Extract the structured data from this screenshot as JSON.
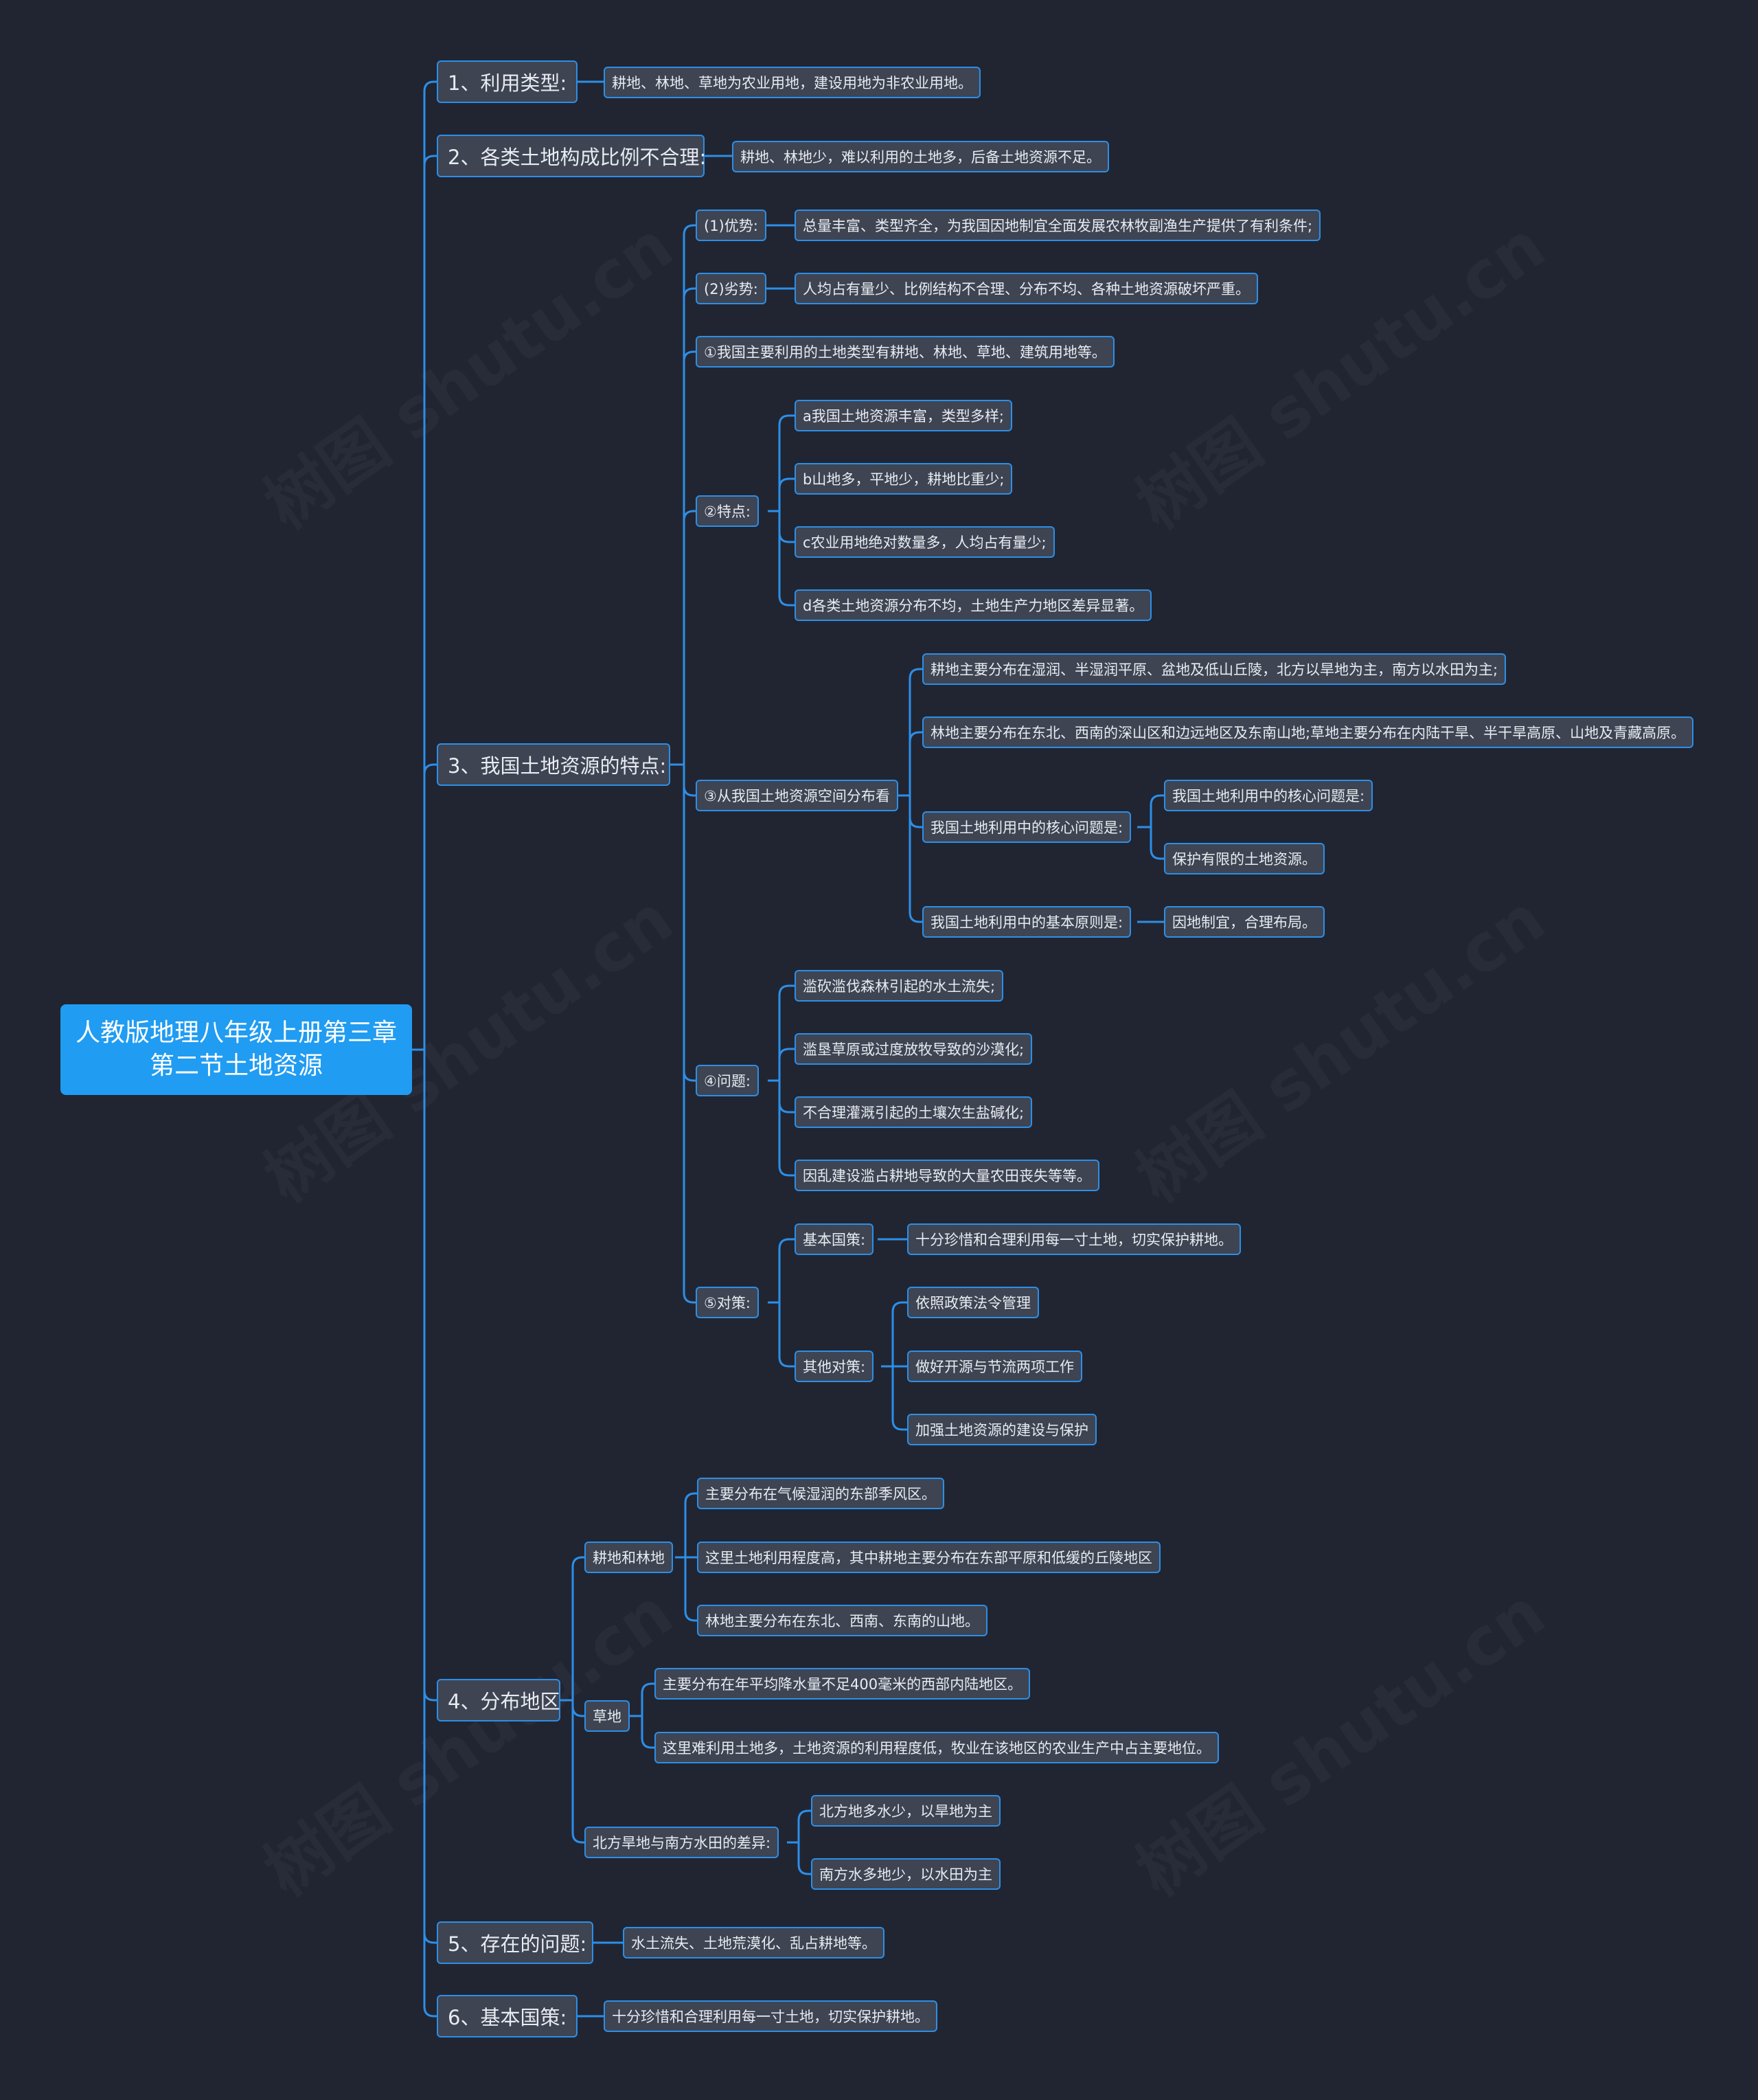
{
  "root": {
    "line1": "人教版地理八年级上册第三章",
    "line2": "第二节土地资源"
  },
  "b1": {
    "label": "1、利用类型:",
    "detail": "耕地、林地、草地为农业用地，建设用地为非农业用地。"
  },
  "b2": {
    "label": "2、各类土地构成比例不合理:",
    "detail": "耕地、林地少，难以利用的土地多，后备土地资源不足。"
  },
  "b3": {
    "label": "3、我国土地资源的特点:",
    "youshi": {
      "label": "(1)优势:",
      "detail": "总量丰富、类型齐全，为我国因地制宜全面发展农林牧副渔生产提供了有利条件;"
    },
    "lieshi": {
      "label": "(2)劣势:",
      "detail": "人均占有量少、比例结构不合理、分布不均、各种土地资源破坏严重。"
    },
    "item1": "①我国主要利用的土地类型有耕地、林地、草地、建筑用地等。",
    "tedian": {
      "label": "②特点:",
      "items": [
        "a我国土地资源丰富，类型多样;",
        "b山地多，平地少，耕地比重少;",
        "c农业用地绝对数量多，人均占有量少;",
        "d各类土地资源分布不均，土地生产力地区差异显著。"
      ]
    },
    "kongjian": {
      "label": "③从我国土地资源空间分布看",
      "dist1": "耕地主要分布在湿润、半湿润平原、盆地及低山丘陵，北方以旱地为主，南方以水田为主;",
      "dist2": "林地主要分布在东北、西南的深山区和边远地区及东南山地;草地主要分布在内陆干旱、半干旱高原、山地及青藏高原。",
      "hexin": {
        "label": "我国土地利用中的核心问题是:",
        "items": [
          "我国土地利用中的核心问题是:",
          "保护有限的土地资源。"
        ]
      },
      "yuanze": {
        "label": "我国土地利用中的基本原则是:",
        "detail": "因地制宜，合理布局。"
      }
    },
    "wenti": {
      "label": "④问题:",
      "items": [
        "滥砍滥伐森林引起的水土流失;",
        "滥垦草原或过度放牧导致的沙漠化;",
        "不合理灌溉引起的土壤次生盐碱化;",
        "因乱建设滥占耕地导致的大量农田丧失等等。"
      ]
    },
    "duice": {
      "label": "⑤对策:",
      "guoce": {
        "label": "基本国策:",
        "detail": "十分珍惜和合理利用每一寸土地，切实保护耕地。"
      },
      "qita": {
        "label": "其他对策:",
        "items": [
          "依照政策法令管理",
          "做好开源与节流两项工作",
          "加强土地资源的建设与保护"
        ]
      }
    }
  },
  "b4": {
    "label": "4、分布地区",
    "gengdi": {
      "label": "耕地和林地",
      "items": [
        "主要分布在气候湿润的东部季风区。",
        "这里土地利用程度高，其中耕地主要分布在东部平原和低缓的丘陵地区",
        "林地主要分布在东北、西南、东南的山地。"
      ]
    },
    "caodi": {
      "label": "草地",
      "items": [
        "主要分布在年平均降水量不足400毫米的西部内陆地区。",
        "这里难利用土地多，土地资源的利用程度低，牧业在该地区的农业生产中占主要地位。"
      ]
    },
    "chayi": {
      "label": "北方旱地与南方水田的差异:",
      "items": [
        "北方地多水少，以旱地为主",
        "南方水多地少，以水田为主"
      ]
    }
  },
  "b5": {
    "label": "5、存在的问题:",
    "detail": "水土流失、土地荒漠化、乱占耕地等。"
  },
  "b6": {
    "label": "6、基本国策:",
    "detail": "十分珍惜和合理利用每一寸土地，切实保护耕地。"
  },
  "watermark": "树图 shutu.cn",
  "colors": {
    "background": "#212532",
    "line": "#2c8fe8",
    "node": "#3e4452",
    "root": "#209cf2"
  }
}
